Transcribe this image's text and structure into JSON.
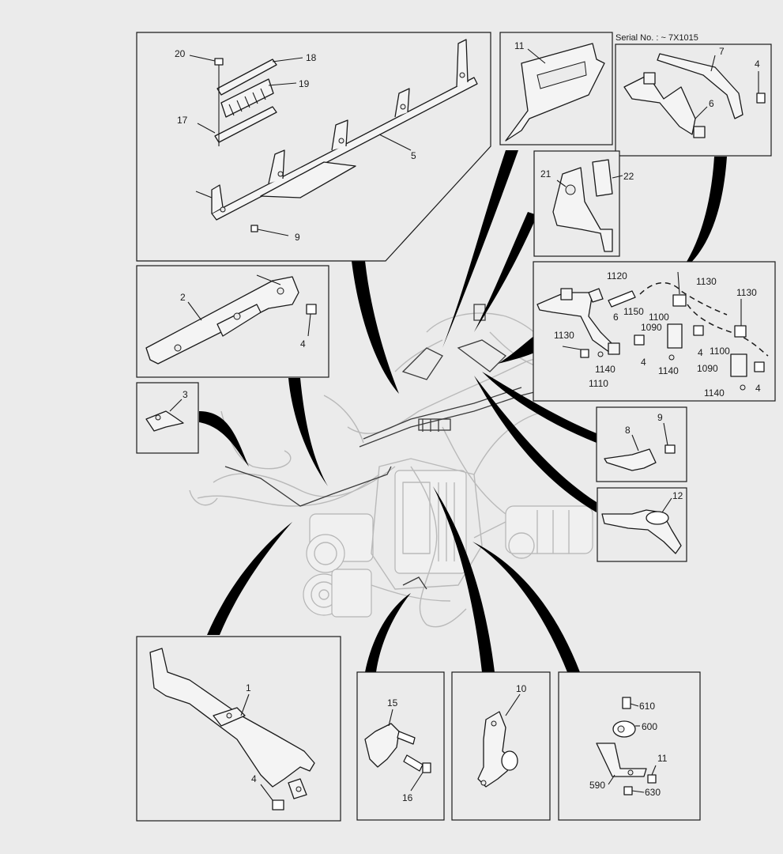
{
  "serial_note": "Serial No. : ~ 7X1015",
  "labels": {
    "p20": "20",
    "p18": "18",
    "p19": "19",
    "p17": "17",
    "p5": "5",
    "p9_top": "9",
    "p11_top": "11",
    "p7": "7",
    "p4_tr": "4",
    "p6_tr": "6",
    "p21": "21",
    "p22": "22",
    "p2": "2",
    "p4_left": "4",
    "p1120": "1120",
    "p1130_a": "1130",
    "p1130_b": "1130",
    "p1130_c": "1130",
    "p1150": "1150",
    "p1100_a": "1100",
    "p1100_b": "1100",
    "p1090_a": "1090",
    "p1090_b": "1090",
    "p6_mid": "6",
    "p4_m1": "4",
    "p4_m2": "4",
    "p4_m3": "4",
    "p1140_a": "1140",
    "p1140_b": "1140",
    "p1140_c": "1140",
    "p1110": "1110",
    "p3": "3",
    "p8": "8",
    "p9_mid": "9",
    "p12": "12",
    "p1": "1",
    "p4_bottom": "4",
    "p15": "15",
    "p16": "16",
    "p10": "10",
    "p610": "610",
    "p600": "600",
    "p11_bottom": "11",
    "p590": "590",
    "p630": "630"
  }
}
